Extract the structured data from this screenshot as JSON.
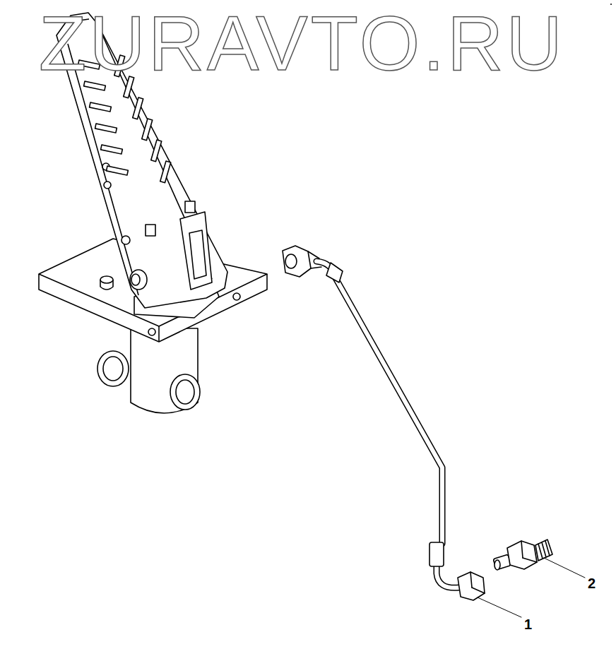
{
  "diagram": {
    "labels": [
      "ZURAVTO.RU",
      "1",
      "2"
    ]
  }
}
